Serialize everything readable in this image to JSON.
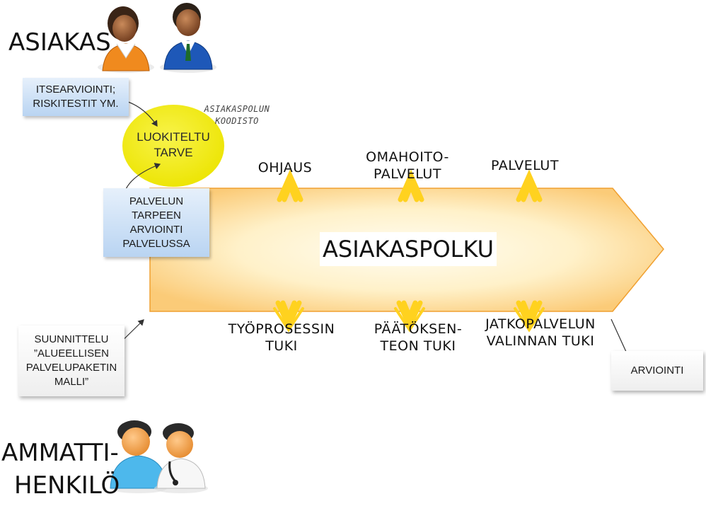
{
  "top_label": "ASIAKAS",
  "bottom_label_line1": "AMMATTI-",
  "bottom_label_line2": "HENKILÖ",
  "self_assessment": {
    "line1": "ITSEARVIOINTI;",
    "line2": "RISKITESTIT YM."
  },
  "codebook": {
    "line1": "ASIAKASPOLUN",
    "line2": "KOODISTO"
  },
  "classified_need": {
    "line1": "LUOKITELTU",
    "line2": "TARVE"
  },
  "service_need": {
    "line1": "PALVELUN",
    "line2": "TARPEEN",
    "line3": "ARVIOINTI",
    "line4": "PALVELUSSA"
  },
  "planning": {
    "line1": "SUUNNITTELU",
    "line2": "”ALUEELLISEN",
    "line3": "PALVELUPAKETIN",
    "line4": "MALLI”"
  },
  "evaluation": "ARVIOINTI",
  "arrow_label": "ASIAKASPOLKU",
  "up_labels": {
    "ohjaus": "OHJAUS",
    "omahoito_line1": "OMAHOITO-",
    "omahoito_line2": "PALVELUT",
    "palvelut": "PALVELUT"
  },
  "down_labels": {
    "tyoprosessi_line1": "TYÖPROSESSIN",
    "tyoprosessi_line2": "TUKI",
    "paatoksenteko_line1": "PÄÄTÖKSEN-",
    "paatoksenteko_line2": "TEON TUKI",
    "jatkopalvelu_line1": "JATKOPALVELUN",
    "jatkopalvelu_line2": "VALINNAN TUKI"
  },
  "colors": {
    "arrow_fill_light": "#fffbea",
    "arrow_fill_dark": "#fbcf7c",
    "arrow_stroke": "#f0a030",
    "circle_yellow": "#f2ec10",
    "pointer_yellow": "#ffd21f"
  }
}
